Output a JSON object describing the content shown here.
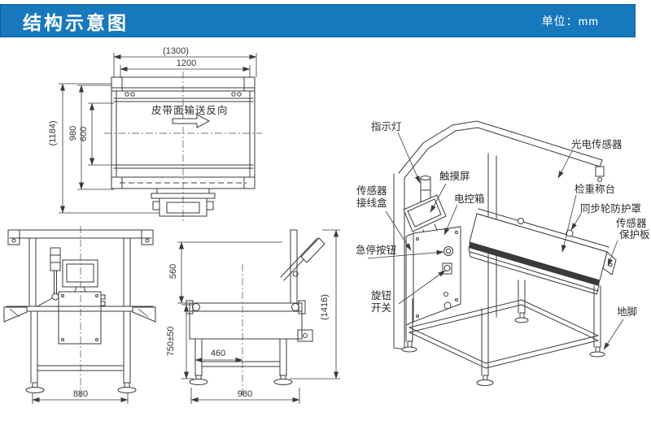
{
  "header": {
    "title": "结构示意图",
    "unit": "单位：mm"
  },
  "colors": {
    "header_bg": "#1878be",
    "header_border": "#0d5c9c",
    "line": "#3a3a3a",
    "text": "#333333"
  },
  "top_view": {
    "belt_direction": "皮带面输送反向",
    "dims": {
      "d1300": "(1300)",
      "d1200": "1200",
      "d1184": "(1184)",
      "d980": "980",
      "d600": "600"
    }
  },
  "front_view": {
    "dims": {
      "d880": "880"
    }
  },
  "side_view": {
    "dims": {
      "d560": "560",
      "d750": "750±50",
      "d460": "460",
      "d980": "980",
      "d1416": "(1416)"
    }
  },
  "iso_view": {
    "labels": {
      "indicator_light": "指示灯",
      "photo_sensor": "光电传感器",
      "touch_screen": "触摸屏",
      "control_box": "电控箱",
      "junction_box_l1": "传感器",
      "junction_box_l2": "接线盒",
      "weigh_platform": "检重称台",
      "wheel_guard": "同步轮防护罩",
      "sensor_guard_l1": "传感器",
      "sensor_guard_l2": "保护板",
      "emergency_stop": "急停按钮",
      "knob_switch_l1": "旋钮",
      "knob_switch_l2": "开关",
      "leveling_foot": "地脚"
    }
  }
}
